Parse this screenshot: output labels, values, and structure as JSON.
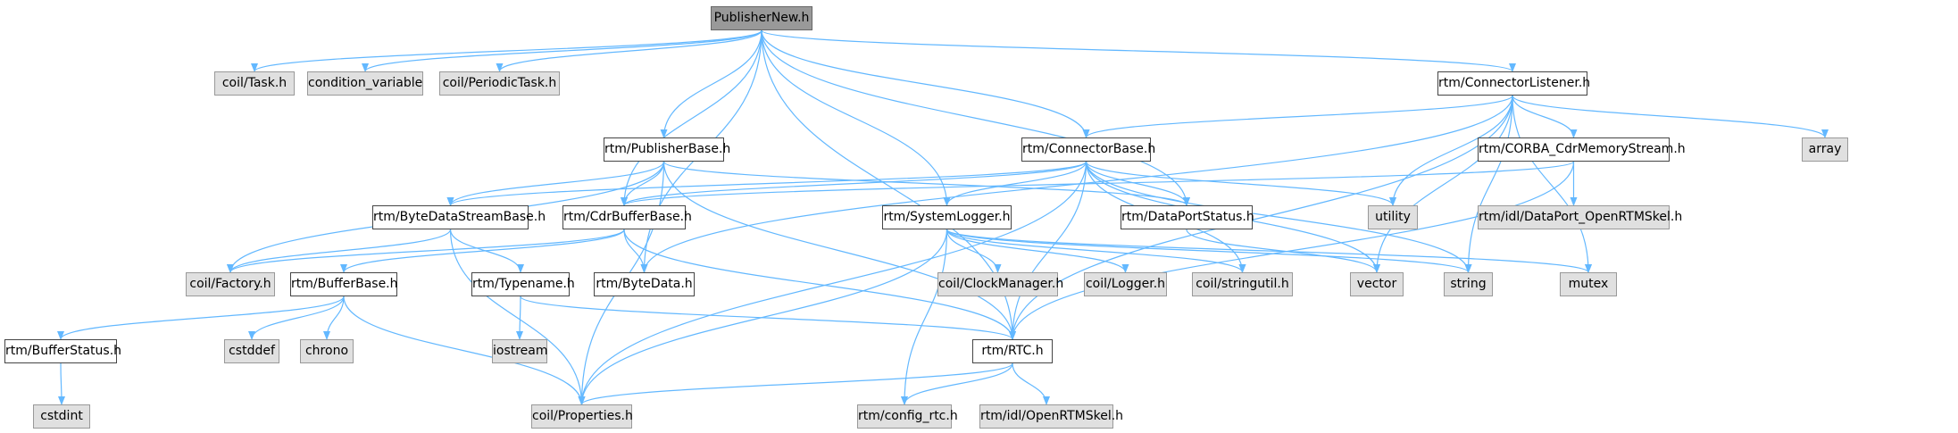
{
  "diagram": {
    "edge_color": "#63b8ff",
    "root_fill": "#999999",
    "system_fill": "#e0e0e0",
    "file_fill": "#ffffff",
    "nodes": [
      {
        "id": "n0",
        "label": "PublisherNew.h",
        "kind": "root"
      },
      {
        "id": "n1",
        "label": "coil/Task.h",
        "kind": "sys"
      },
      {
        "id": "n2",
        "label": "condition_variable",
        "kind": "sys"
      },
      {
        "id": "n3",
        "label": "coil/PeriodicTask.h",
        "kind": "sys"
      },
      {
        "id": "n4",
        "label": "rtm/ConnectorListener.h",
        "kind": "file"
      },
      {
        "id": "n5",
        "label": "rtm/PublisherBase.h",
        "kind": "file"
      },
      {
        "id": "n6",
        "label": "rtm/ConnectorBase.h",
        "kind": "file"
      },
      {
        "id": "n7",
        "label": "rtm/CORBA_CdrMemoryStream.h",
        "kind": "file"
      },
      {
        "id": "n8",
        "label": "array",
        "kind": "sys"
      },
      {
        "id": "n9",
        "label": "rtm/ByteDataStreamBase.h",
        "kind": "file"
      },
      {
        "id": "n10",
        "label": "rtm/CdrBufferBase.h",
        "kind": "file"
      },
      {
        "id": "n11",
        "label": "rtm/SystemLogger.h",
        "kind": "file"
      },
      {
        "id": "n12",
        "label": "rtm/DataPortStatus.h",
        "kind": "file"
      },
      {
        "id": "n13",
        "label": "utility",
        "kind": "sys"
      },
      {
        "id": "n14",
        "label": "rtm/idl/DataPort_OpenRTMSkel.h",
        "kind": "sys"
      },
      {
        "id": "n15",
        "label": "coil/Factory.h",
        "kind": "sys"
      },
      {
        "id": "n16",
        "label": "rtm/BufferBase.h",
        "kind": "file"
      },
      {
        "id": "n17",
        "label": "rtm/Typename.h",
        "kind": "file"
      },
      {
        "id": "n18",
        "label": "rtm/ByteData.h",
        "kind": "file"
      },
      {
        "id": "n19",
        "label": "coil/ClockManager.h",
        "kind": "sys"
      },
      {
        "id": "n20",
        "label": "coil/Logger.h",
        "kind": "sys"
      },
      {
        "id": "n21",
        "label": "coil/stringutil.h",
        "kind": "sys"
      },
      {
        "id": "n22",
        "label": "vector",
        "kind": "sys"
      },
      {
        "id": "n23",
        "label": "string",
        "kind": "sys"
      },
      {
        "id": "n24",
        "label": "mutex",
        "kind": "sys"
      },
      {
        "id": "n25",
        "label": "rtm/BufferStatus.h",
        "kind": "file"
      },
      {
        "id": "n26",
        "label": "cstddef",
        "kind": "sys"
      },
      {
        "id": "n27",
        "label": "chrono",
        "kind": "sys"
      },
      {
        "id": "n28",
        "label": "iostream",
        "kind": "sys"
      },
      {
        "id": "n29",
        "label": "rtm/RTC.h",
        "kind": "file"
      },
      {
        "id": "n30",
        "label": "cstdint",
        "kind": "sys"
      },
      {
        "id": "n31",
        "label": "coil/Properties.h",
        "kind": "sys"
      },
      {
        "id": "n32",
        "label": "rtm/config_rtc.h",
        "kind": "sys"
      },
      {
        "id": "n33",
        "label": "rtm/idl/OpenRTMSkel.h",
        "kind": "sys"
      }
    ],
    "edges": [
      [
        "n0",
        "n1"
      ],
      [
        "n0",
        "n2"
      ],
      [
        "n0",
        "n3"
      ],
      [
        "n0",
        "n4"
      ],
      [
        "n0",
        "n5"
      ],
      [
        "n0",
        "n6"
      ],
      [
        "n0",
        "n10"
      ],
      [
        "n0",
        "n11"
      ],
      [
        "n0",
        "n12"
      ],
      [
        "n0",
        "n18"
      ],
      [
        "n0",
        "n29"
      ],
      [
        "n4",
        "n6"
      ],
      [
        "n4",
        "n7"
      ],
      [
        "n4",
        "n8"
      ],
      [
        "n4",
        "n13"
      ],
      [
        "n4",
        "n22"
      ],
      [
        "n4",
        "n23"
      ],
      [
        "n4",
        "n24"
      ],
      [
        "n4",
        "n29"
      ],
      [
        "n4",
        "n18"
      ],
      [
        "n5",
        "n9"
      ],
      [
        "n5",
        "n10"
      ],
      [
        "n5",
        "n12"
      ],
      [
        "n5",
        "n15"
      ],
      [
        "n5",
        "n29"
      ],
      [
        "n5",
        "n31"
      ],
      [
        "n6",
        "n10"
      ],
      [
        "n6",
        "n11"
      ],
      [
        "n6",
        "n12"
      ],
      [
        "n6",
        "n13"
      ],
      [
        "n6",
        "n22"
      ],
      [
        "n6",
        "n9"
      ],
      [
        "n6",
        "n29"
      ],
      [
        "n6",
        "n31"
      ],
      [
        "n6",
        "n21"
      ],
      [
        "n6",
        "n23"
      ],
      [
        "n7",
        "n14"
      ],
      [
        "n7",
        "n10"
      ],
      [
        "n7",
        "n29"
      ],
      [
        "n9",
        "n15"
      ],
      [
        "n9",
        "n17"
      ],
      [
        "n9",
        "n31"
      ],
      [
        "n10",
        "n15"
      ],
      [
        "n10",
        "n16"
      ],
      [
        "n10",
        "n18"
      ],
      [
        "n10",
        "n29"
      ],
      [
        "n11",
        "n19"
      ],
      [
        "n11",
        "n20"
      ],
      [
        "n11",
        "n21"
      ],
      [
        "n11",
        "n23"
      ],
      [
        "n11",
        "n24"
      ],
      [
        "n11",
        "n31"
      ],
      [
        "n11",
        "n32"
      ],
      [
        "n12",
        "n22"
      ],
      [
        "n16",
        "n25"
      ],
      [
        "n16",
        "n26"
      ],
      [
        "n16",
        "n27"
      ],
      [
        "n16",
        "n31"
      ],
      [
        "n17",
        "n28"
      ],
      [
        "n17",
        "n29"
      ],
      [
        "n25",
        "n30"
      ],
      [
        "n29",
        "n31"
      ],
      [
        "n29",
        "n32"
      ],
      [
        "n29",
        "n33"
      ]
    ]
  }
}
